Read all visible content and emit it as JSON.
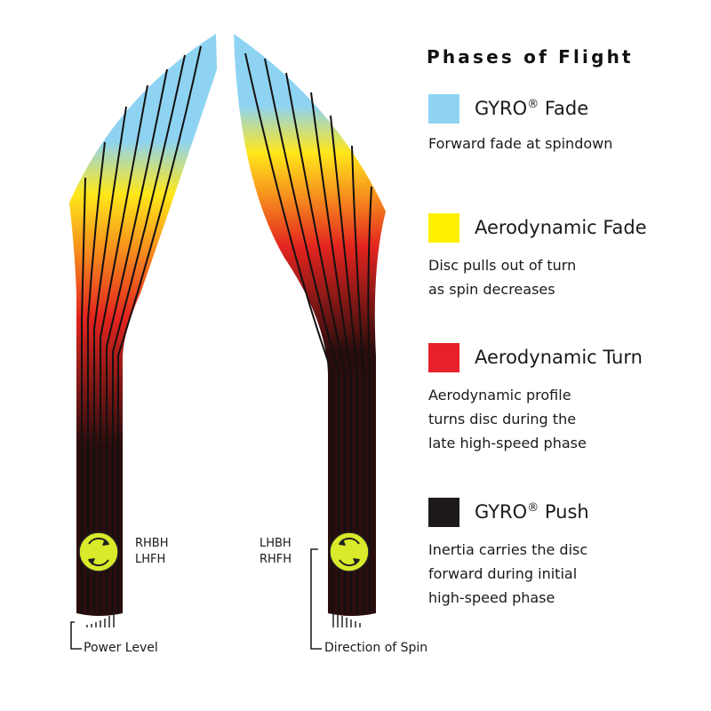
{
  "title": "Phases of Flight",
  "phases": [
    {
      "name": "GYRO",
      "mark": "®",
      "suffix": " Fade",
      "color": "#8ed3f2",
      "description": [
        "Forward fade at spindown"
      ]
    },
    {
      "name": "Aerodynamic Fade",
      "mark": "",
      "suffix": "",
      "color": "#fff200",
      "description": [
        "Disc pulls out of turn",
        "as spin decreases"
      ]
    },
    {
      "name": "Aerodynamic Turn",
      "mark": "",
      "suffix": "",
      "color": "#e8202a",
      "description": [
        "Aerodynamic profile",
        "turns disc during the",
        "late high-speed phase"
      ]
    },
    {
      "name": "GYRO",
      "mark": "®",
      "suffix": " Push",
      "color": "#1e1a1a",
      "description": [
        "Inertia carries the disc",
        "forward during initial",
        "high-speed phase"
      ]
    }
  ],
  "throws": {
    "left": {
      "line1": "RHBH",
      "line2": "LHFH"
    },
    "right": {
      "line1": "LHBH",
      "line2": "RHFH"
    }
  },
  "captions": {
    "power_level": "Power Level",
    "direction_of_spin": "Direction of Spin"
  },
  "colors": {
    "spin_disc": "#d9ea2a",
    "gradient_dark": "#2a0d0d",
    "gradient_red": "#e3241f",
    "gradient_orange": "#f7941d",
    "gradient_yellow": "#ffe81a",
    "gradient_blue": "#8ed3f2"
  }
}
